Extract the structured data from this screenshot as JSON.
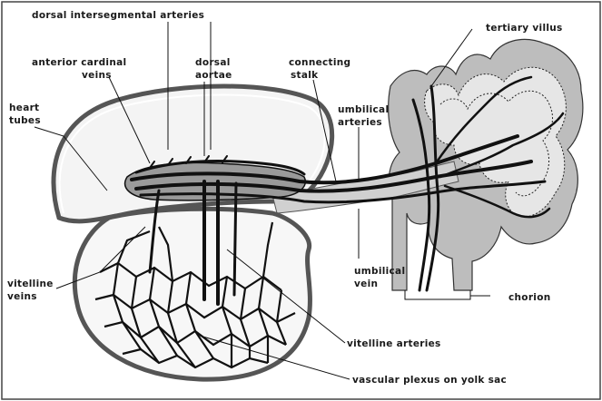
{
  "labels": {
    "dorsal_intersegmental_arteries": "dorsal intersegmental arteries",
    "tertiary_villus": "tertiary villus",
    "anterior_cardinal_veins_1": "anterior cardinal",
    "anterior_cardinal_veins_2": "veins",
    "dorsal_aortae_1": "dorsal",
    "dorsal_aortae_2": "aortae",
    "connecting_stalk_1": "connecting",
    "connecting_stalk_2": "stalk",
    "heart_tubes_1": "heart",
    "heart_tubes_2": "tubes",
    "umbilical_arteries_1": "umbilical",
    "umbilical_arteries_2": "arteries",
    "vitelline_veins_1": "vitelline",
    "vitelline_veins_2": "veins",
    "umbilical_vein_1": "umbilical",
    "umbilical_vein_2": "vein",
    "chorion": "chorion",
    "vitelline_arteries": "vitelline arteries",
    "vascular_plexus": "vascular plexus on yolk sac"
  }
}
